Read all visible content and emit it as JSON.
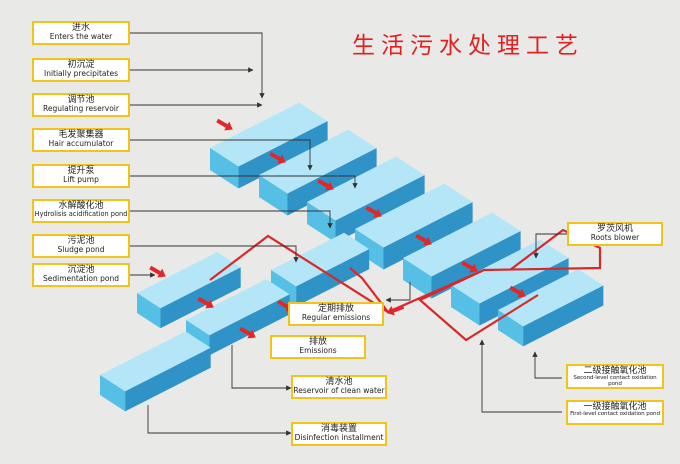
{
  "title": "生活污水处理工艺",
  "labels": {
    "inlet": {
      "zh": "进水",
      "en": "Enters the water"
    },
    "primary": {
      "zh": "初沉淀",
      "en": "Initially precipitates"
    },
    "regulating": {
      "zh": "调节池",
      "en": "Regulating reservoir"
    },
    "hair": {
      "zh": "毛发聚集器",
      "en": "Hair accumulator"
    },
    "pump": {
      "zh": "提升泵",
      "en": "Lift pump"
    },
    "hydrolysis": {
      "zh": "水解酸化池",
      "en": "Hydrolisis acidification pond"
    },
    "sludge": {
      "zh": "污泥池",
      "en": "Sludge pond"
    },
    "sedimentation": {
      "zh": "沉淀池",
      "en": "Sedimentation pond"
    },
    "roots": {
      "zh": "罗茨风机",
      "en": "Roots blower"
    },
    "regular": {
      "zh": "定期排放",
      "en": "Regular emissions"
    },
    "emissions": {
      "zh": "排放",
      "en": "Emissions"
    },
    "clean": {
      "zh": "清水池",
      "en": "Reservoir of clean water"
    },
    "second": {
      "zh": "二级接触氧化池",
      "en": "Second-level contact oxidation pond"
    },
    "first": {
      "zh": "一级接触氧化池",
      "en": "First-level contact oxidation pond"
    },
    "disinfect": {
      "zh": "消毒装置",
      "en": "Disinfection installment"
    }
  },
  "colors": {
    "tank_top": "#b5e6f7",
    "tank_front": "#56bfe6",
    "tank_side": "#2f93c8",
    "pipe": "#d9282a",
    "arrow": "#e0282a",
    "label_border": "#f0c419",
    "leader": "#333333",
    "title": "#e41f1f"
  }
}
